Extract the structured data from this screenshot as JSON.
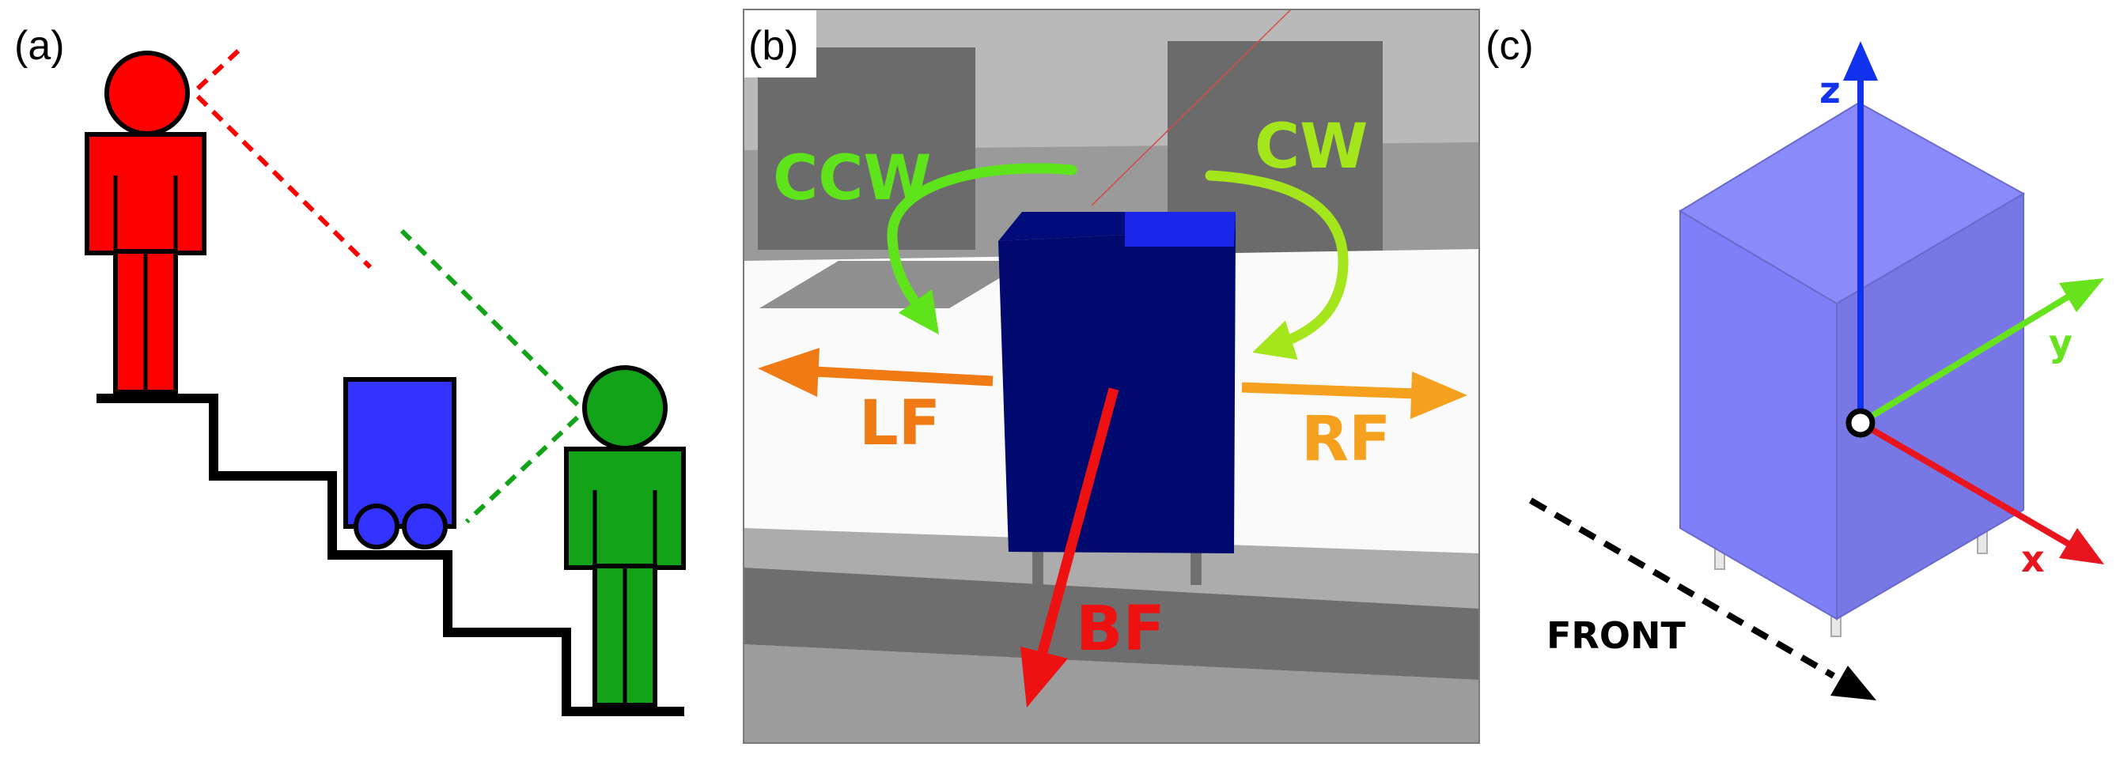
{
  "panels": {
    "a": {
      "label": "(a)"
    },
    "b": {
      "label": "(b)"
    },
    "c": {
      "label": "(c)"
    }
  },
  "motions": {
    "ccw": {
      "label": "CCW",
      "color": "#5FE31B"
    },
    "cw": {
      "label": "CW",
      "color": "#A5E51B"
    },
    "lf": {
      "label": "LF",
      "color": "#F07A14"
    },
    "rf": {
      "label": "RF",
      "color": "#F5A11E"
    },
    "bf": {
      "label": "BF",
      "color": "#EE1111"
    }
  },
  "axes": {
    "x": {
      "label": "x",
      "color": "#E8151E"
    },
    "y": {
      "label": "y",
      "color": "#66E31C"
    },
    "z": {
      "label": "z",
      "color": "#1133F0"
    }
  },
  "front": {
    "label": "FRONT"
  },
  "colors": {
    "person_top": "#FF0000",
    "person_bottom": "#13A319",
    "robot": "#3333FF",
    "robot_box_3d": "#000A6E",
    "robot_box_c": "#8080F8"
  }
}
